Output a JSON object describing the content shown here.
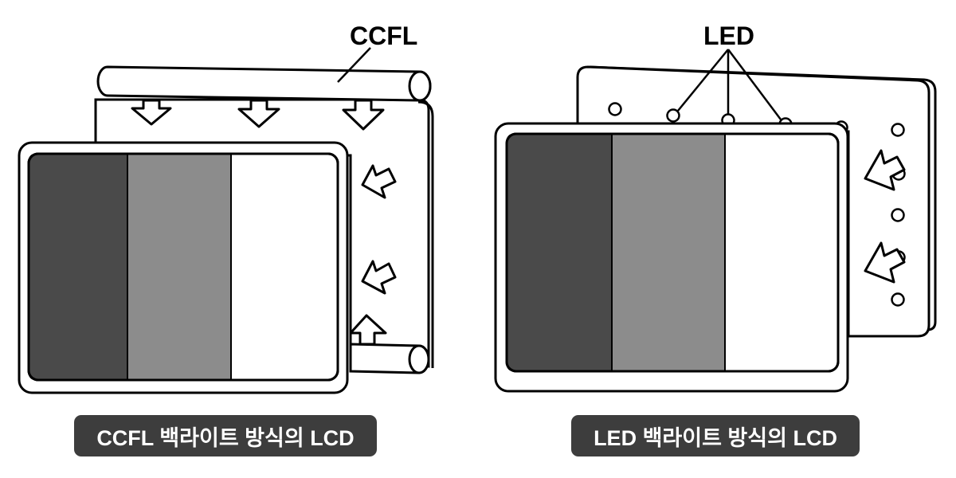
{
  "left_panel": {
    "callout_label": "CCFL",
    "caption": "CCFL 백라이트 방식의 LCD"
  },
  "right_panel": {
    "callout_label": "LED",
    "caption": "LED 백라이트 방식의 LCD"
  },
  "colors": {
    "stripe_dark": "#4a4a4a",
    "stripe_mid": "#8c8c8c",
    "stripe_light": "#ffffff",
    "caption_bg": "#3d3d3d",
    "caption_text": "#ffffff",
    "outline": "#000000"
  }
}
